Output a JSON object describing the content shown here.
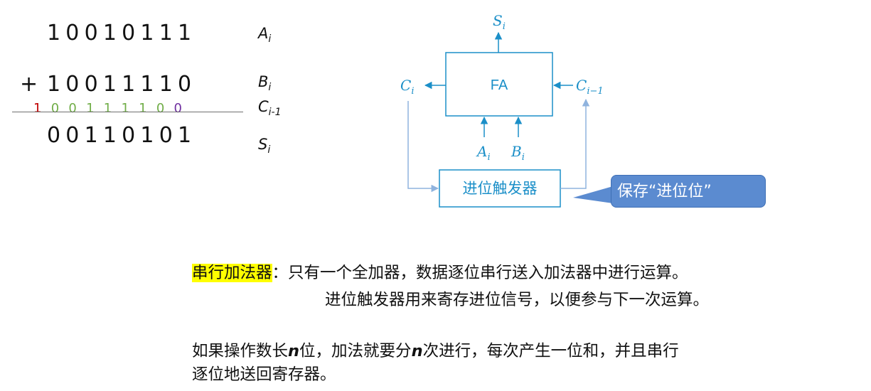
{
  "addition": {
    "a_digits": "10010111",
    "b_digits": "10011110",
    "plus": "+",
    "carry_digits": [
      "1",
      "0",
      "0",
      "1",
      "1",
      "1",
      "1",
      "0",
      "0"
    ],
    "carry_colors": [
      "#c00000",
      "#70ad47",
      "#70ad47",
      "#70ad47",
      "#70ad47",
      "#70ad47",
      "#70ad47",
      "#70ad47",
      "#7030a0"
    ],
    "sum_digits": "00110101",
    "labels": {
      "a": "A",
      "a_sub": "i",
      "b": "B",
      "b_sub": "i",
      "c": "C",
      "c_sub": "i-1",
      "s": "S",
      "s_sub": "i"
    }
  },
  "diagram": {
    "fa_label": "FA",
    "s_out": "S",
    "s_out_sub": "i",
    "c_out": "C",
    "c_out_sub": "i",
    "c_in": "C",
    "c_in_sub": "i−1",
    "a_in": "A",
    "a_in_sub": "i",
    "b_in": "B",
    "b_in_sub": "i",
    "flipflop_label": "进位触发器",
    "callout": "保存“进位位”",
    "colors": {
      "line": "#1b8fc8",
      "feedback": "#8fb3de",
      "callout_fill": "#5b8bd0"
    }
  },
  "text": {
    "term": "串行加法器",
    "colon": "：",
    "line1": "只有一个全加器，数据逐位串行送入加法器中进行运算。",
    "line2": "进位触发器用来寄存进位信号，以便参与下一次运算。",
    "p2_a": "如果操作数长",
    "p2_n1": "n",
    "p2_b": "位，加法就要分",
    "p2_n2": "n",
    "p2_c": "次进行，每次产生一位和，并且串行",
    "p2_line2": "逐位地送回寄存器。"
  }
}
